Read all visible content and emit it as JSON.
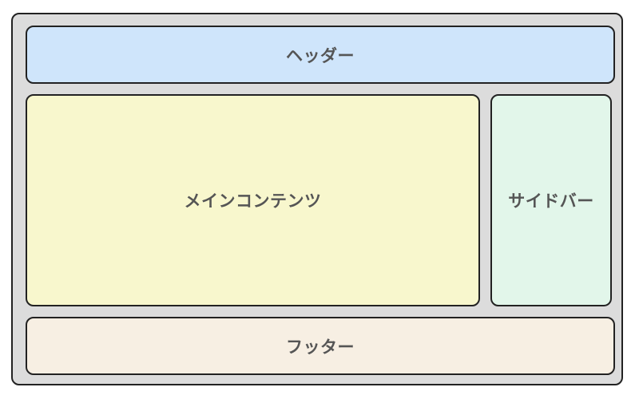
{
  "regions": {
    "header": {
      "label": "ヘッダー",
      "color": "#cfe5fb"
    },
    "main": {
      "label": "メインコンテンツ",
      "color": "#f8f7cd"
    },
    "sidebar": {
      "label": "サイドバー",
      "color": "#e2f6ea"
    },
    "footer": {
      "label": "フッター",
      "color": "#f7efe3"
    }
  },
  "frame_color": "#dcdcdc"
}
